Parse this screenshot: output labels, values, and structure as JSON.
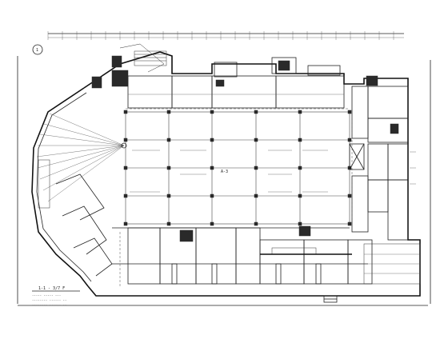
{
  "drawing": {
    "axis_marker": "1",
    "hall_label": "A-3",
    "notes_bottom": "1-1 - 3/7 F",
    "notes_lines": [
      "----- ----- ---",
      "-------- ------ --",
      "-------- ------ --"
    ],
    "colors": {
      "line": "#222222",
      "background": "#ffffff"
    }
  }
}
